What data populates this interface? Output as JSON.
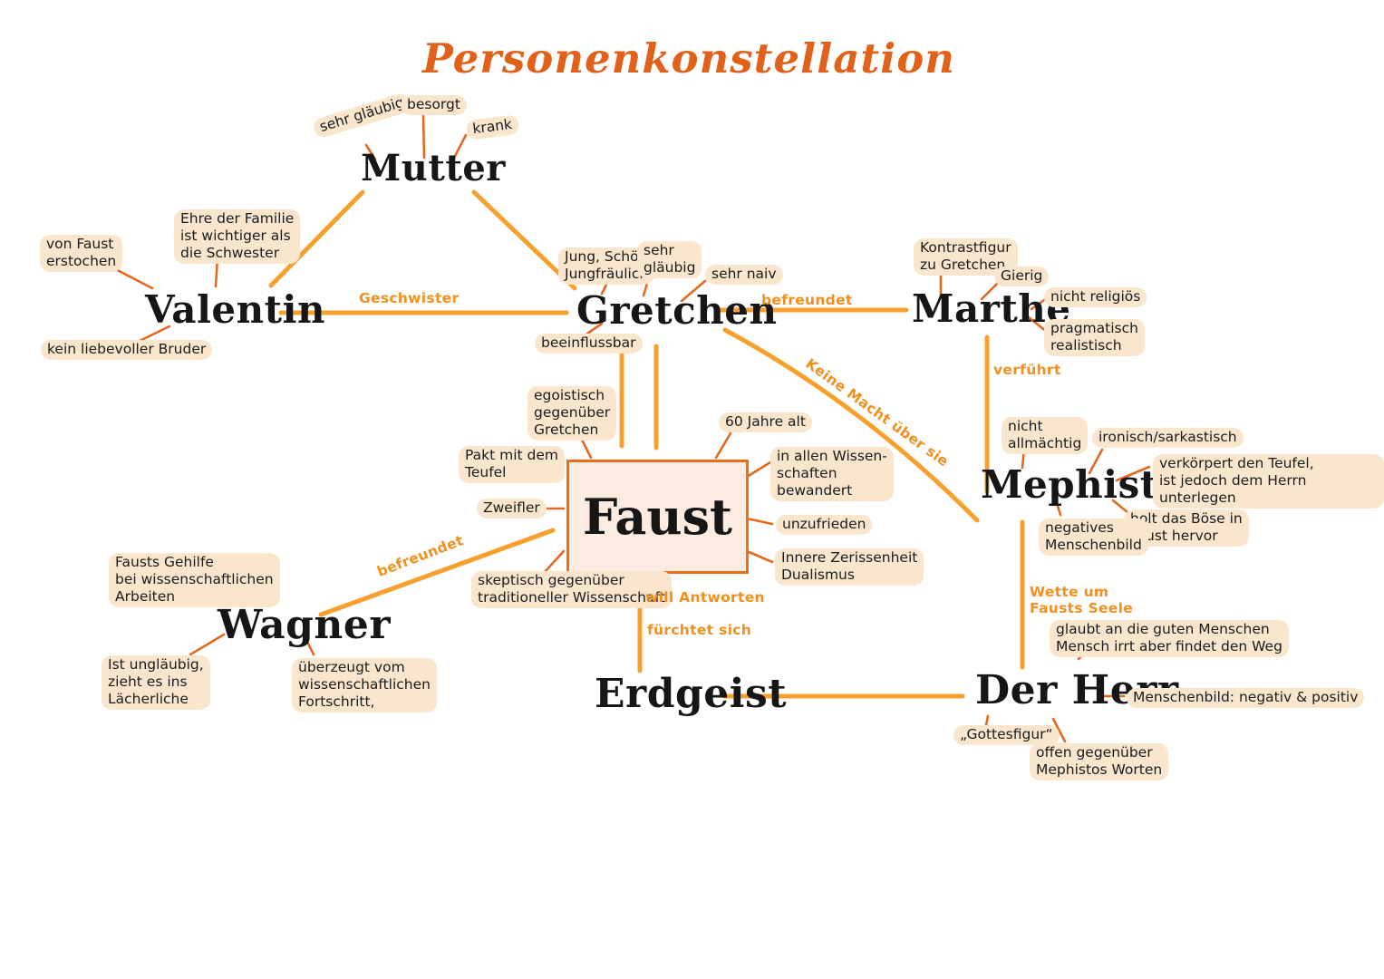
{
  "title": "Personenkonstellation",
  "colors": {
    "title": "#e0611a",
    "arrow": "#f6a02e",
    "connector": "#e2691f",
    "highlight": "#fae6cd",
    "ink": "#1b1b1b",
    "faust_box_fill": "#fcebe0",
    "faust_box_border": "#e8701a"
  },
  "nodes": {
    "mutter": {
      "name": "Mutter",
      "attrs": [
        "sehr gläubig",
        "besorgt",
        "krank"
      ]
    },
    "valentin": {
      "name": "Valentin",
      "attrs": [
        "von Faust\nerstochen",
        "Ehre der Familie\nist wichtiger als\ndie Schwester",
        "kein liebevoller Bruder"
      ]
    },
    "gretchen": {
      "name": "Gretchen",
      "attrs": [
        "Jung, Schön\nJungfräulich",
        "sehr\ngläubig",
        "sehr naiv",
        "beeinflussbar"
      ]
    },
    "marthe": {
      "name": "Marthe",
      "attrs": [
        "Kontrastfigur\nzu Gretchen",
        "Gierig",
        "nicht religiös",
        "pragmatisch\nrealistisch"
      ]
    },
    "faust": {
      "name": "Faust",
      "attrs": [
        "egoistisch\ngegenüber\nGretchen",
        "Pakt mit dem\nTeufel",
        "Zweifler",
        "skeptisch gegenüber\ntraditioneller Wissenschaft",
        "60 Jahre alt",
        "in allen Wissen-\nschaften\nbewandert",
        "unzufrieden",
        "Innere Zerissenheit\nDualismus"
      ]
    },
    "wagner": {
      "name": "Wagner",
      "attrs": [
        "Fausts Gehilfe\nbei wissenschaftlichen\nArbeiten",
        "Ist ungläubig,\nzieht es ins\nLächerliche",
        "überzeugt vom\nwissenschaftlichen\nFortschritt,"
      ]
    },
    "mephisto": {
      "name": "Mephisto",
      "attrs": [
        "nicht\nallmächtig",
        "ironisch/sarkastisch",
        "verkörpert den Teufel,\nist jedoch dem Herrn unterlegen",
        "holt das Böse in\nFaust hervor",
        "negatives\nMenschenbild"
      ]
    },
    "erdgeist": {
      "name": "Erdgeist",
      "attrs": []
    },
    "der_herr": {
      "name": "Der Herr",
      "attrs": [
        "glaubt an die guten Menschen\nMensch irrt aber findet den Weg",
        "Menschenbild: negativ & positiv",
        "„Gottesfigur“",
        "offen gegenüber\nMephistos Worten"
      ]
    }
  },
  "edges": {
    "valentin_gretchen": "Geschwister",
    "gretchen_marthe": "befreundet",
    "faust_wagner": "befreundet",
    "mephisto_gretchen": "Keine Macht über sie",
    "mephisto_marthe": "verführt",
    "faust_erdgeist_wants": "will Antworten",
    "faust_erdgeist_fears": "fürchtet sich",
    "mephisto_der_herr": "Wette um\nFausts Seele"
  }
}
